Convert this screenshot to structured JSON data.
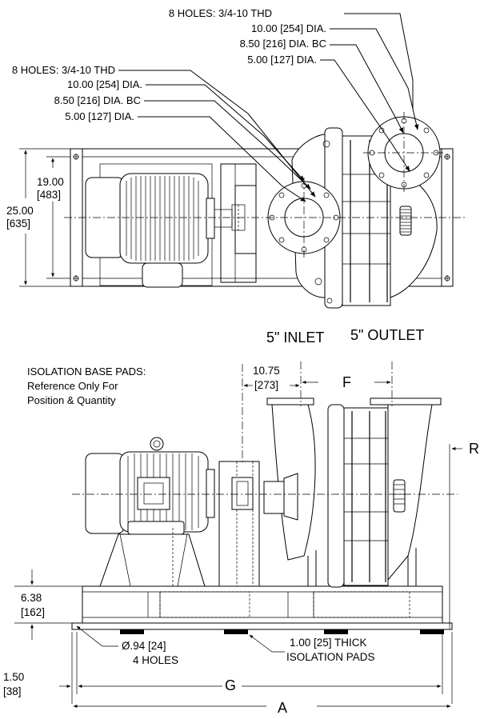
{
  "top_view": {
    "outlet_flange": {
      "holes": "8 HOLES: 3/4-10 THD",
      "outer_dia": "10.00 [254] DIA.",
      "bolt_circle": "8.50 [216] DIA. BC",
      "inner_dia": "5.00 [127] DIA."
    },
    "inlet_flange": {
      "holes": "8 HOLES: 3/4-10 THD",
      "outer_dia": "10.00 [254] DIA.",
      "bolt_circle": "8.50 [216] DIA. BC",
      "inner_dia": "5.00 [127] DIA."
    },
    "dim_19": {
      "value": "19.00",
      "metric": "[483]"
    },
    "dim_25": {
      "value": "25.00",
      "metric": "[635]"
    },
    "inlet_label": "5\" INLET",
    "outlet_label": "5\" OUTLET"
  },
  "side_view": {
    "pads_note": {
      "line1": "ISOLATION BASE PADS:",
      "line2": "Reference Only For",
      "line3": "Position & Quantity"
    },
    "dim_1075": {
      "value": "10.75",
      "metric": "[273]"
    },
    "dim_f": "F",
    "dim_r": "R",
    "dim_638": {
      "value": "6.38",
      "metric": "[162]"
    },
    "hole_note": {
      "line1": "Ø.94 [24]",
      "line2": "4 HOLES"
    },
    "pad_note": {
      "line1": "1.00 [25] THICK",
      "line2": "ISOLATION PADS"
    },
    "dim_150": {
      "value": "1.50",
      "metric": "[38]"
    },
    "dim_g": "G",
    "dim_a": "A"
  }
}
